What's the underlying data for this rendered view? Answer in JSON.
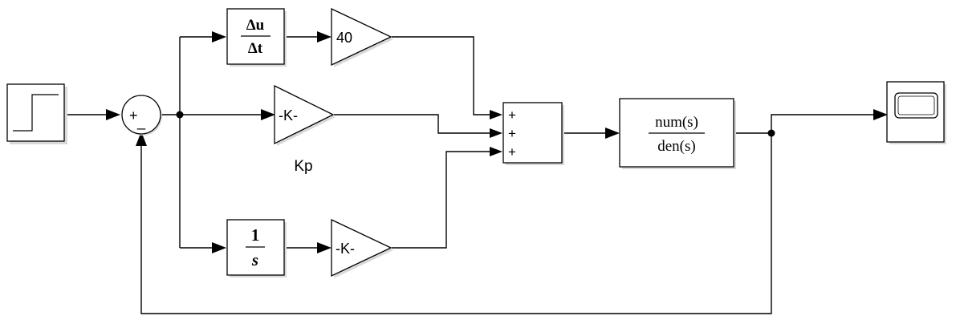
{
  "diagram": {
    "step_block": {
      "label": ""
    },
    "sum_block": {
      "plus_sign": "+",
      "minus_sign": "_"
    },
    "derivative_block": {
      "numerator": "Δu",
      "denominator": "Δt"
    },
    "derivative_gain": {
      "value": "40"
    },
    "proportional_gain": {
      "value": "-K-",
      "caption": "Kp"
    },
    "integrator_block": {
      "numerator": "1",
      "denominator": "s"
    },
    "integral_gain": {
      "value": "-K-"
    },
    "sum3_block": {
      "signs": [
        "+",
        "+",
        "+"
      ]
    },
    "transfer_fcn": {
      "numerator": "num(s)",
      "denominator": "den(s)"
    },
    "scope_block": {
      "label": ""
    }
  }
}
